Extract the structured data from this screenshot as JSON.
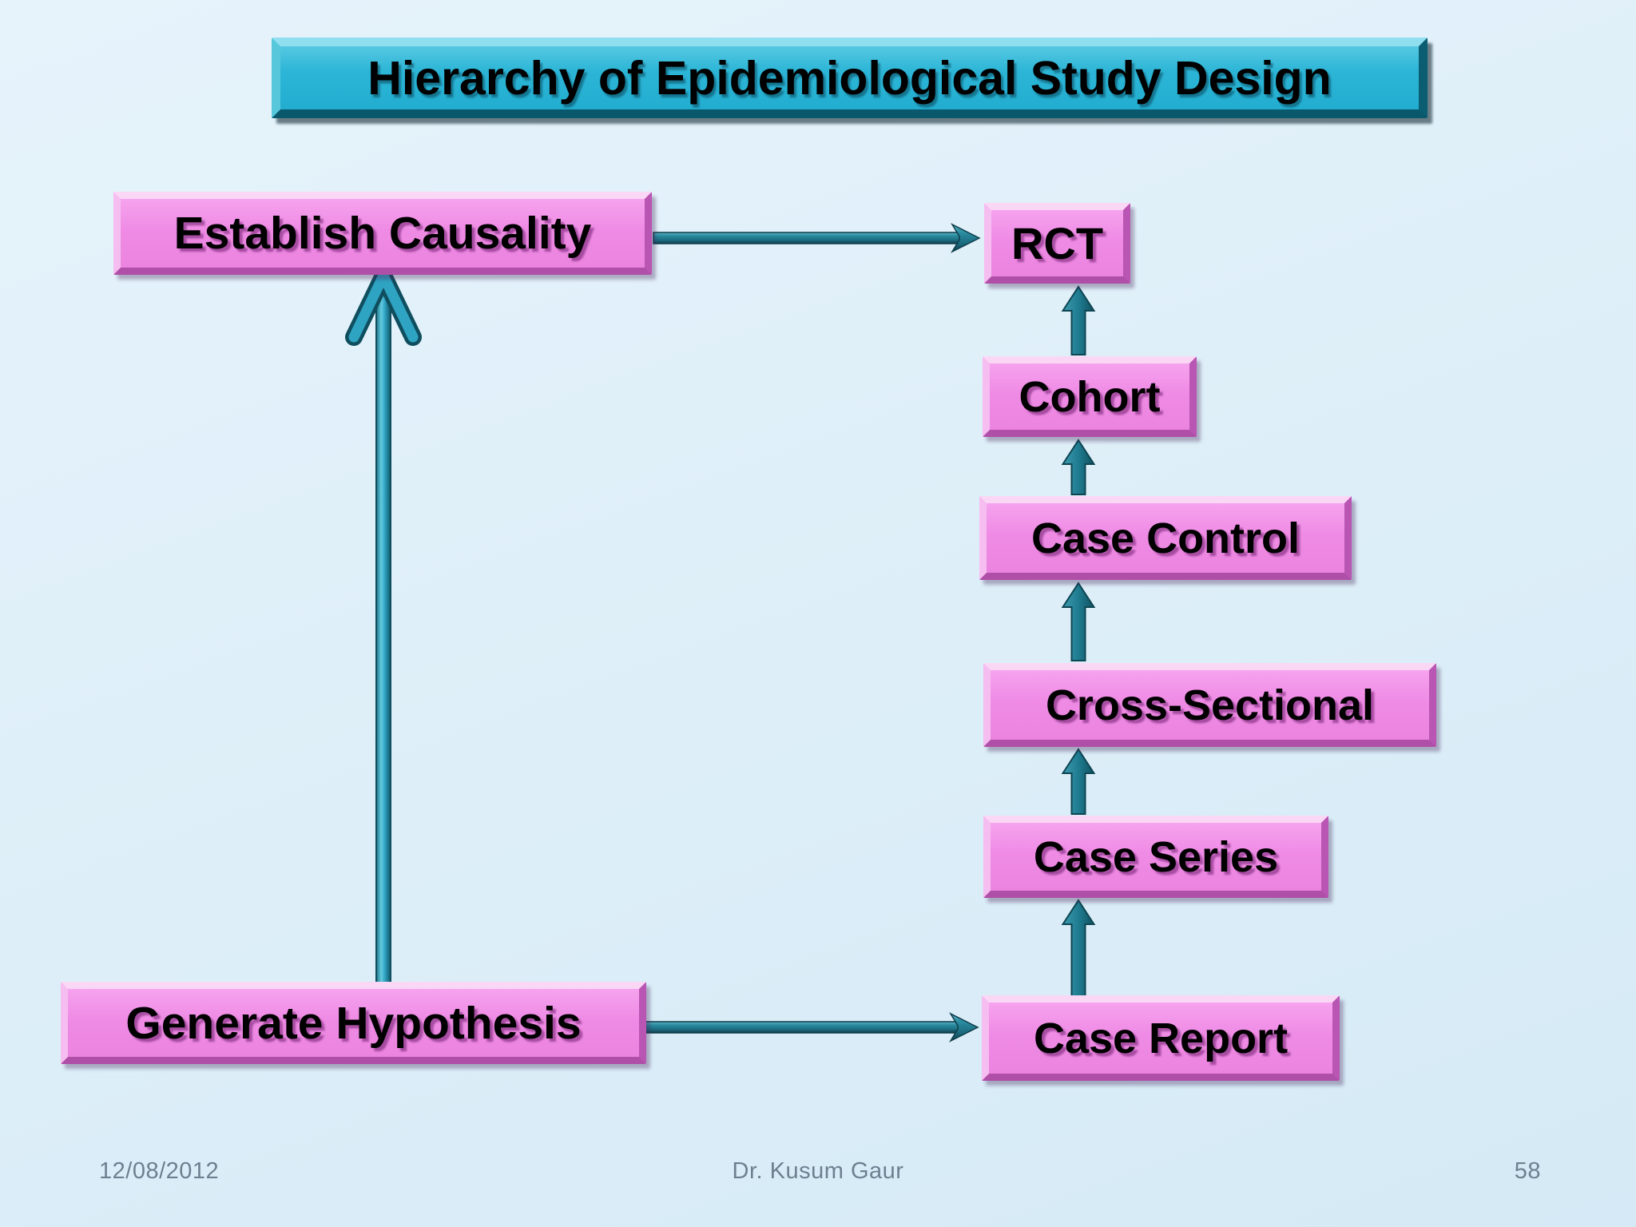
{
  "title": "Hierarchy of Epidemiological Study Design",
  "nodes": {
    "establish_causality": "Establish Causality",
    "generate_hypothesis": "Generate Hypothesis",
    "rct": "RCT",
    "cohort": "Cohort",
    "case_control": "Case Control",
    "cross_sectional": "Cross-Sectional",
    "case_series": "Case Series",
    "case_report": "Case Report"
  },
  "arrows": [
    "generate-hypothesis-to-establish-causality",
    "establish-causality-to-rct",
    "generate-hypothesis-to-case-report",
    "case-report-to-case-series",
    "case-series-to-cross-sectional",
    "cross-sectional-to-case-control",
    "case-control-to-cohort",
    "cohort-to-rct"
  ],
  "footer": {
    "date": "12/08/2012",
    "author": "Dr. Kusum Gaur",
    "slide_number": "58"
  },
  "colors": {
    "background": "#ddeef8",
    "title_fill": "#2cb5d6",
    "node_fill": "#ef8be5",
    "arrow_teal": "#217e92",
    "footer_text": "#6d8090"
  }
}
